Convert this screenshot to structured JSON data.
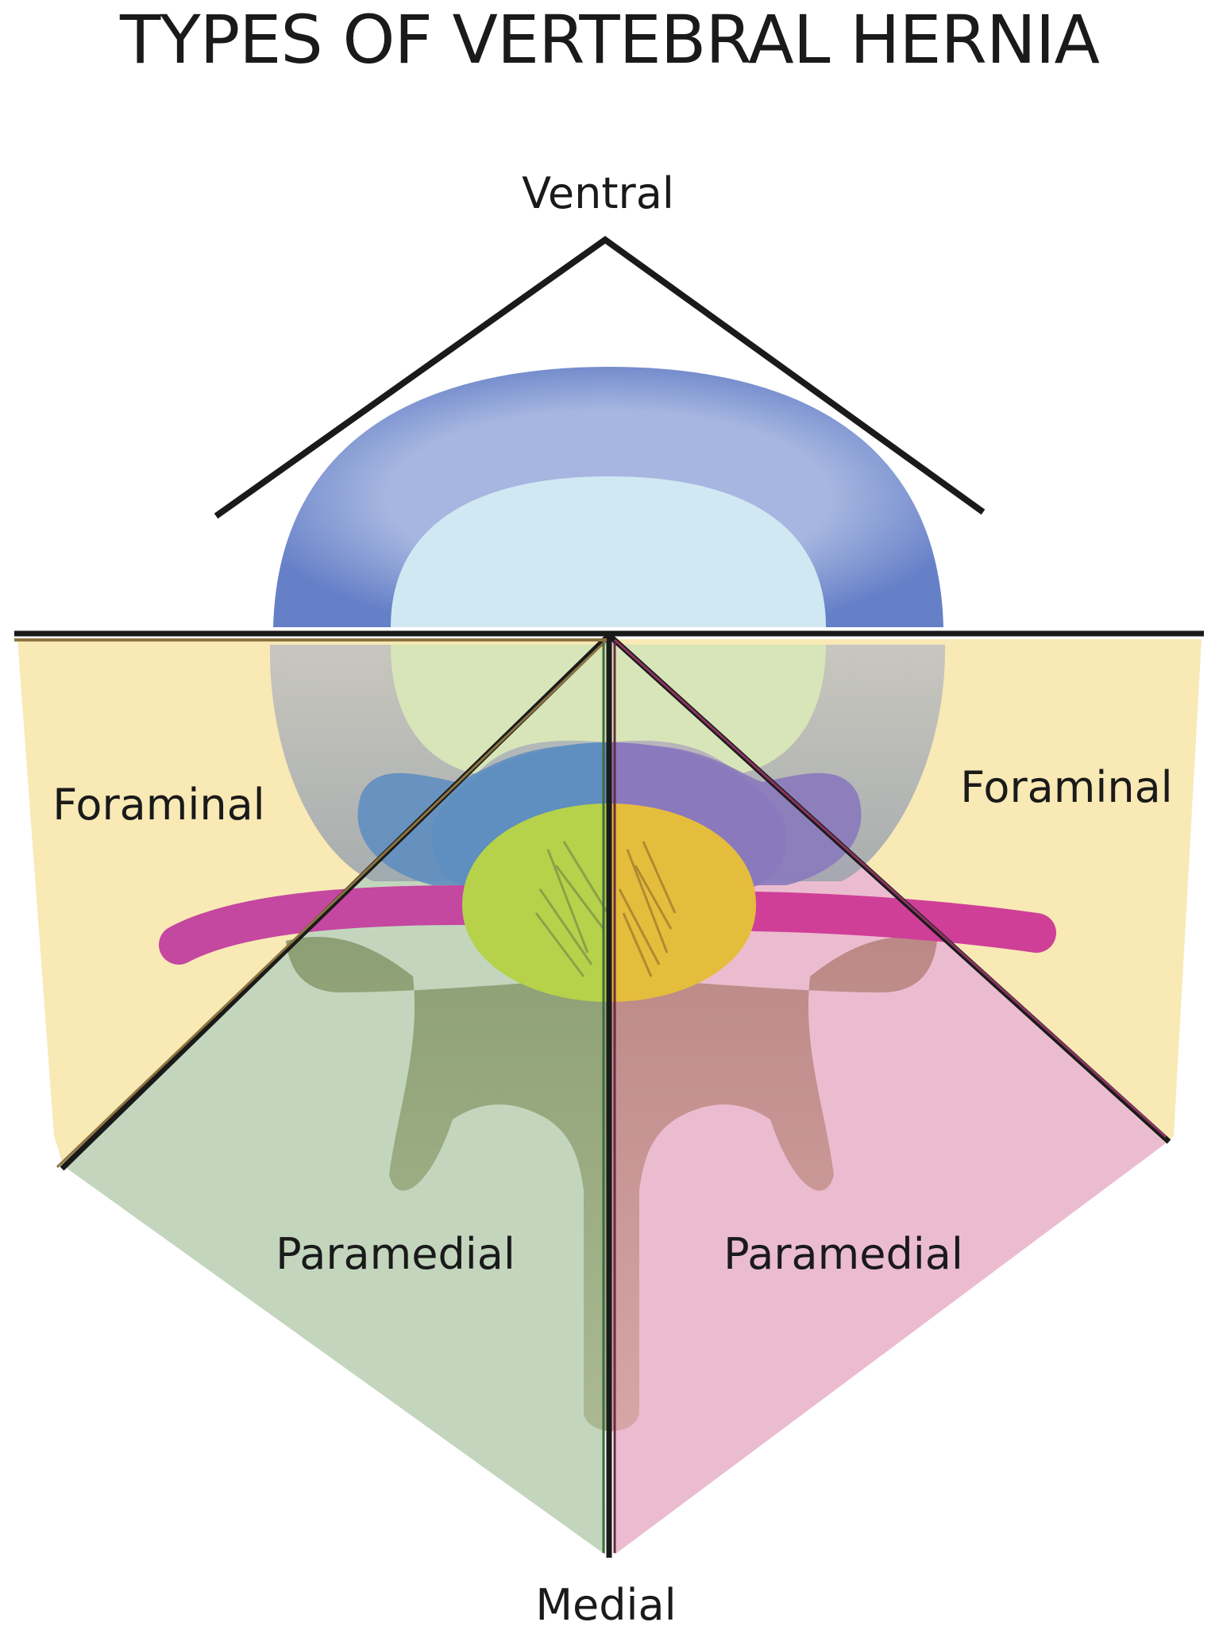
{
  "title": "TYPES OF VERTEBRAL HERNIA",
  "labels": {
    "ventral": "Ventral",
    "foraminal_left": "Foraminal",
    "foraminal_right": "Foraminal",
    "paramedial_left": "Paramedial",
    "paramedial_right": "Paramedial",
    "medial": "Medial"
  },
  "colors": {
    "foraminal_zone": "#f8e9b5",
    "paramedial_left_zone": "#c3d6bd",
    "paramedial_right_zone": "#ebbccf",
    "disc_outer": "#6f8bcc",
    "disc_inner": "#d0e8f2",
    "canal_left": "#b5d24a",
    "canal_right": "#e5bd3c",
    "nerve_root": "#d248a0",
    "line": "#1a1a1a"
  }
}
